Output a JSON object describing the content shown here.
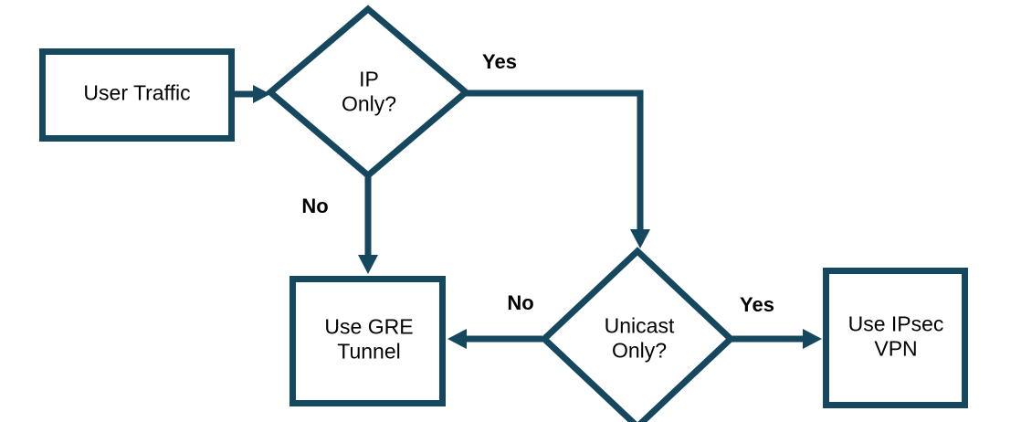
{
  "diagram": {
    "type": "flowchart",
    "nodes": {
      "user_traffic": {
        "label": "User Traffic",
        "shape": "rectangle"
      },
      "ip_only": {
        "label": "IP\nOnly?",
        "shape": "diamond"
      },
      "use_gre": {
        "label": "Use GRE\nTunnel",
        "shape": "rectangle"
      },
      "unicast_only": {
        "label": "Unicast\nOnly?",
        "shape": "diamond"
      },
      "use_ipsec": {
        "label": "Use IPsec\nVPN",
        "shape": "rectangle"
      }
    },
    "edge_labels": {
      "ip_yes": "Yes",
      "ip_no": "No",
      "unicast_no": "No",
      "unicast_yes": "Yes"
    },
    "edges": [
      {
        "from": "user_traffic",
        "to": "ip_only",
        "label": ""
      },
      {
        "from": "ip_only",
        "to": "unicast_only",
        "label": "Yes"
      },
      {
        "from": "ip_only",
        "to": "use_gre",
        "label": "No"
      },
      {
        "from": "unicast_only",
        "to": "use_gre",
        "label": "No"
      },
      {
        "from": "unicast_only",
        "to": "use_ipsec",
        "label": "Yes"
      }
    ],
    "colors": {
      "stroke": "#15485E",
      "node_fill": "#FFFFFF",
      "label_text": "#000000",
      "background": "#FFFFFF"
    }
  }
}
